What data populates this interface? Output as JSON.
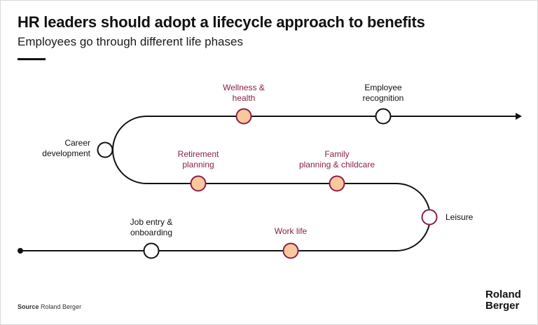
{
  "header": {
    "title": "HR leaders should adopt a lifecycle approach to benefits",
    "subtitle": "Employees go through different life phases"
  },
  "colors": {
    "accent_text": "#8a1e4a",
    "milestone_fill": "#f9c89b",
    "milestone_stroke": "#8a1e4a",
    "neutral_stroke": "#111111",
    "path": "#111111"
  },
  "milestones": [
    {
      "label_lines": [
        "Job entry &",
        "onboarding"
      ],
      "style": "neutral"
    },
    {
      "label_lines": [
        "Work life"
      ],
      "style": "highlight"
    },
    {
      "label_lines": [
        "Leisure"
      ],
      "style": "accent"
    },
    {
      "label_lines": [
        "Family",
        "planning & childcare"
      ],
      "style": "highlight"
    },
    {
      "label_lines": [
        "Retirement",
        "planning"
      ],
      "style": "highlight"
    },
    {
      "label_lines": [
        "Career",
        "development"
      ],
      "style": "neutral"
    },
    {
      "label_lines": [
        "Wellness &",
        "health"
      ],
      "style": "highlight"
    },
    {
      "label_lines": [
        "Employee",
        "recognition"
      ],
      "style": "neutral"
    }
  ],
  "footer": {
    "source_label": "Source",
    "source_value": "Roland Berger",
    "logo_line1": "Roland",
    "logo_line2": "Berger"
  }
}
